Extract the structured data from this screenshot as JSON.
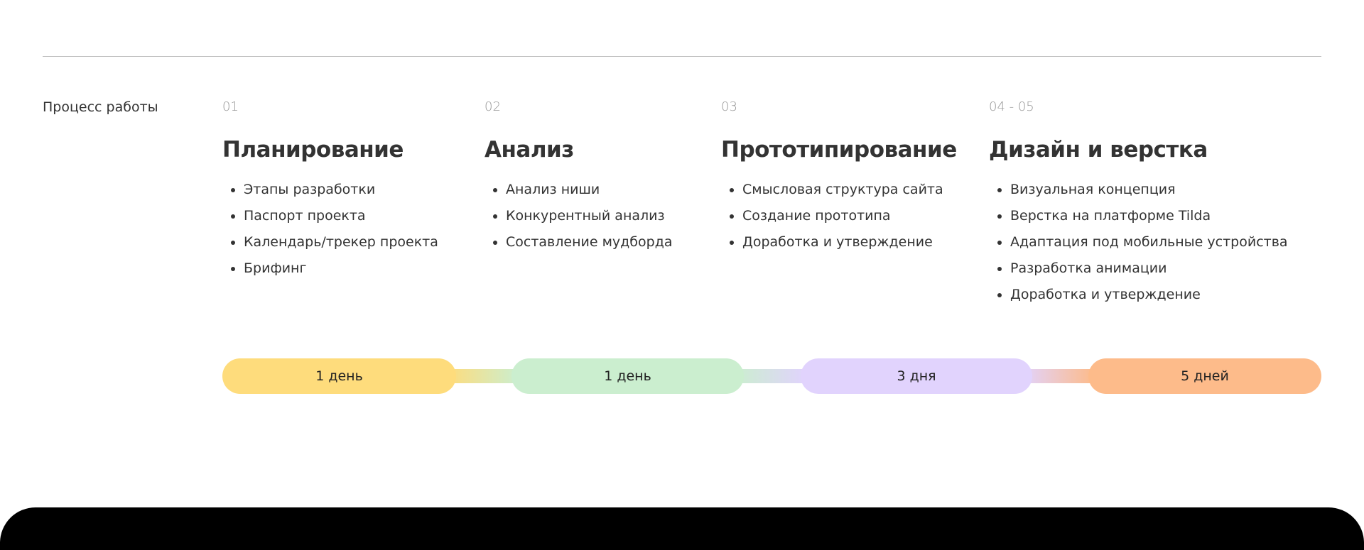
{
  "section_label": "Процесс работы",
  "stages": [
    {
      "num": "01",
      "title": "Планирование",
      "items": [
        "Этапы разработки",
        "Паспорт проекта",
        "Календарь/трекер проекта",
        "Брифинг"
      ]
    },
    {
      "num": "02",
      "title": "Анализ",
      "items": [
        "Анализ ниши",
        "Конкурентный анализ",
        "Составление мудборда"
      ]
    },
    {
      "num": "03",
      "title": "Прототипирование",
      "items": [
        "Смысловая структура сайта",
        "Создание прототипа",
        "Доработка и утверждение"
      ]
    },
    {
      "num": "04 - 05",
      "title": "Дизайн и верстка",
      "items": [
        "Визуальная концепция",
        "Верстка на платформе Tilda",
        "Адаптация под мобильные устройства",
        "Разработка анимации",
        "Доработка и утверждение"
      ]
    }
  ],
  "timeline": [
    {
      "label": "1 день",
      "color": "#fedc7c"
    },
    {
      "label": "1 день",
      "color": "#cbeecf"
    },
    {
      "label": "3 дня",
      "color": "#e1d3fd"
    },
    {
      "label": "5 дней",
      "color": "#fdbb8a"
    }
  ]
}
